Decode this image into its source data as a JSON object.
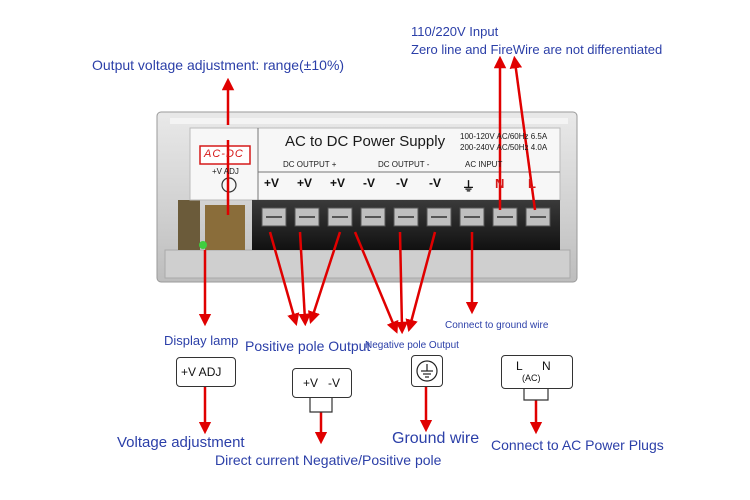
{
  "top_labels": {
    "input_line1": "110/220V Input",
    "input_line2": "Zero line and  FireWire are not differentiated",
    "voltage_adj": "Output voltage adjustment: range(±10%)"
  },
  "device": {
    "logo": "AC-DC",
    "title": "AC to DC Power Supply",
    "spec1": "100-120V AC/60Hz 6.5A",
    "spec2": "200-240V AC/50Hz 4.0A",
    "adj_label": "+V ADJ",
    "dc_out_plus": "DC OUTPUT  +",
    "dc_out_minus": "DC OUTPUT  -",
    "ac_input": "AC INPUT",
    "terminals": [
      "+V",
      "+V",
      "+V",
      "-V",
      "-V",
      "-V",
      "⏚",
      "N",
      "L"
    ]
  },
  "callouts": {
    "display_lamp": "Display lamp",
    "positive_output": "Positive pole Output",
    "negative_output": "Negative pole Output",
    "ground_wire_conn": "Connect to ground wire"
  },
  "symbols": {
    "adj": "+V  ADJ",
    "dc_plus": "+V",
    "dc_minus": "-V",
    "ac_l": "L",
    "ac_n": "N",
    "ac_sub": "(AC)"
  },
  "bottom_labels": {
    "voltage_adjustment": "Voltage adjustment",
    "ground_wire": "Ground wire",
    "ac_plugs": "Connect to AC Power Plugs",
    "dc_pole": "Direct current Negative/Positive pole"
  },
  "colors": {
    "arrow": "#e00000",
    "label": "#2b3fa8",
    "terminal_red": "#d61a1a"
  }
}
